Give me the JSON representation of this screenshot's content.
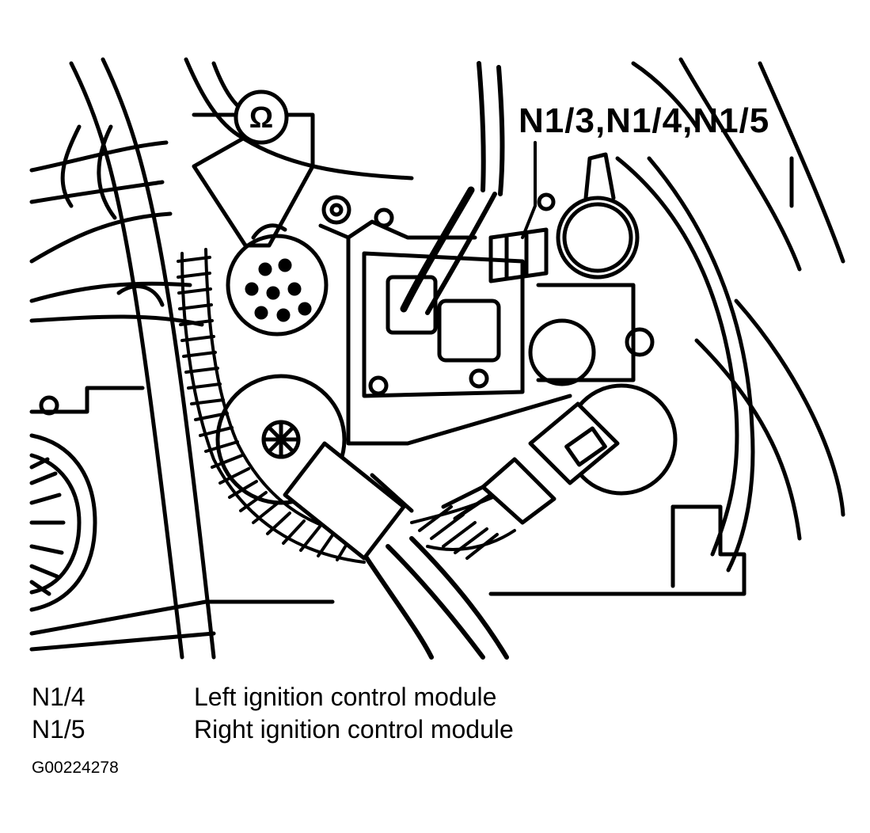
{
  "diagram": {
    "callout_label": "N1/3,N1/4,N1/5",
    "ohm_symbol": "Ω",
    "icons": [
      "ohmmeter-probe-icon",
      "engine-component-line-drawing"
    ]
  },
  "legend": [
    {
      "code": "N1/4",
      "description": "Left ignition control module"
    },
    {
      "code": "N1/5",
      "description": "Right ignition control module"
    }
  ],
  "figure_id": "G00224278"
}
